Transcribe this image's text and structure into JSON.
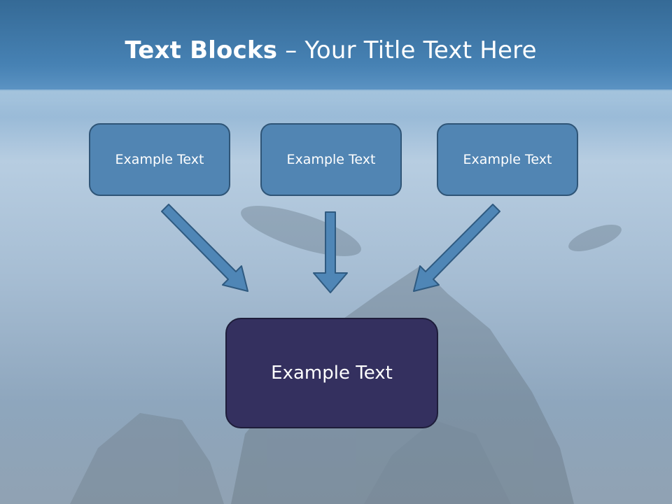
{
  "title": {
    "bold": "Text Blocks",
    "rest": " – Your Title Text Here"
  },
  "blocks": {
    "top_left": "Example Text",
    "top_center": "Example Text",
    "top_right": "Example Text",
    "bottom": "Example Text"
  },
  "colors": {
    "small_box_fill": "#5185b3",
    "small_box_border": "#2f5577",
    "big_box_fill": "#34305f",
    "arrow_fill": "#4f86b6",
    "arrow_stroke": "#2f5a80"
  }
}
